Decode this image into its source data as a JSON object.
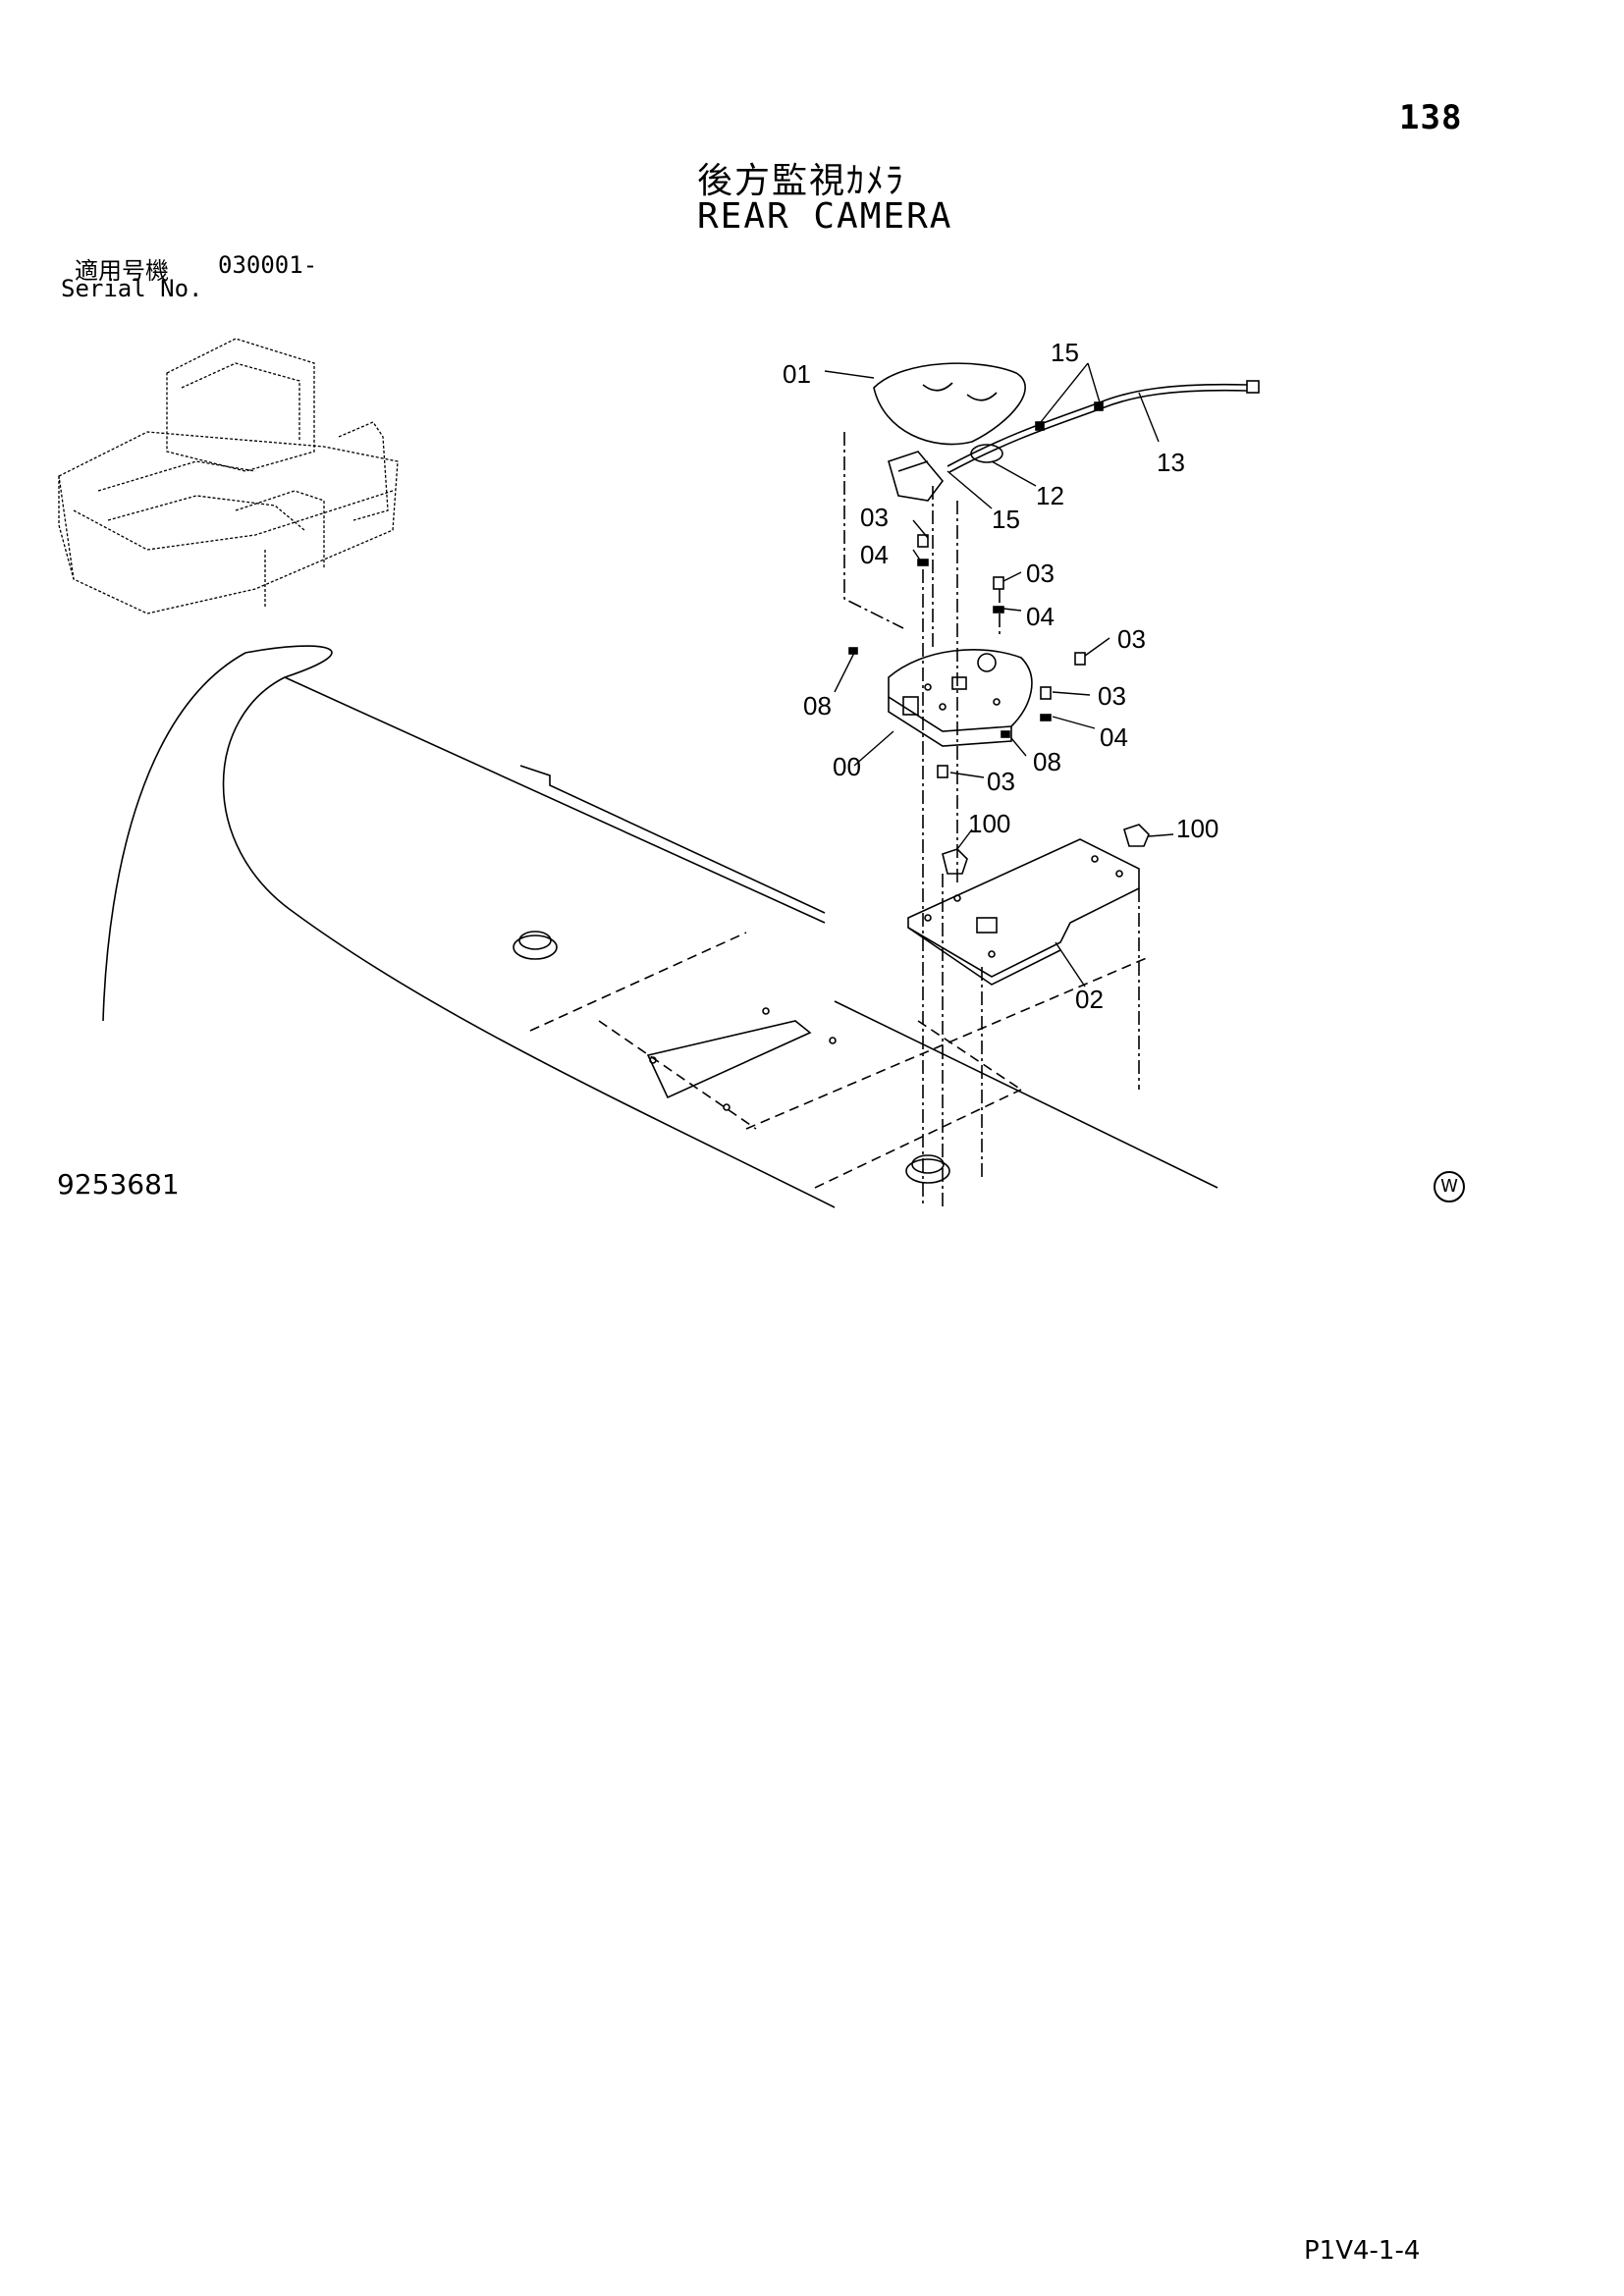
{
  "page": {
    "number": "138",
    "title_ja": "後方監視ｶﾒﾗ",
    "title_en": "REAR CAMERA",
    "serial_label_ja": "適用号機",
    "serial_label_en": "Serial No.",
    "serial_value": "030001-",
    "drawing_number": "9253681",
    "doc_code": "P1V4-1-4",
    "watermark_symbol": "W"
  },
  "callouts": {
    "c01": "01",
    "c15a": "15",
    "c13": "13",
    "c12": "12",
    "c15b": "15",
    "c03a": "03",
    "c04a": "04",
    "c03b": "03",
    "c04b": "04",
    "c03c": "03",
    "c03d": "03",
    "c04c": "04",
    "c08a": "08",
    "c00": "00",
    "c08b": "08",
    "c03e": "03",
    "c100a": "100",
    "c100b": "100",
    "c02": "02"
  },
  "icons": {
    "watermark": "circled-w-icon",
    "excavator": "excavator-thumbnail-icon"
  }
}
